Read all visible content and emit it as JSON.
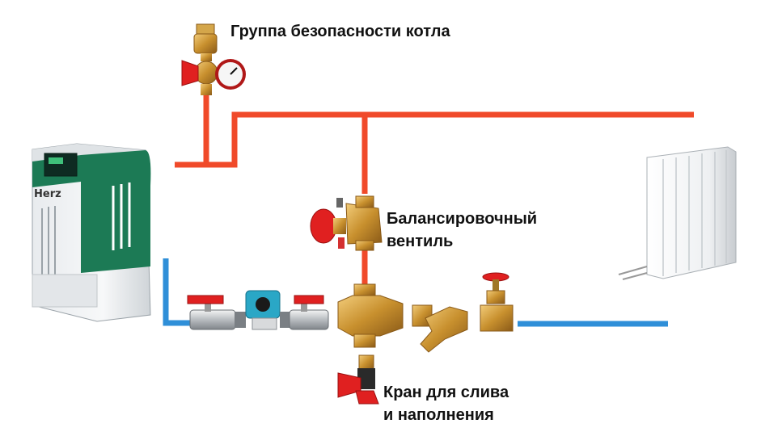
{
  "labels": {
    "safety_group": "Группа безопасности котла",
    "balancing_valve_line1": "Балансировочный",
    "balancing_valve_line2": "вентиль",
    "drain_valve_line1": "Кран для слива",
    "drain_valve_line2": "и наполнения"
  },
  "boiler": {
    "brand": "Herz"
  },
  "colors": {
    "supply_pipe": "#f04a2a",
    "return_pipe": "#2f8fd8",
    "boiler_green": "#1c7a55",
    "brass": "#c8902e",
    "valve_red": "#e02020"
  },
  "icons": [
    "boiler-icon",
    "safety-group-icon",
    "pressure-gauge-icon",
    "balancing-valve-icon",
    "ball-valve-icon",
    "circulation-pump-icon",
    "mixing-valve-icon",
    "strainer-icon",
    "stop-valve-icon",
    "drain-valve-icon",
    "radiator-icon"
  ]
}
